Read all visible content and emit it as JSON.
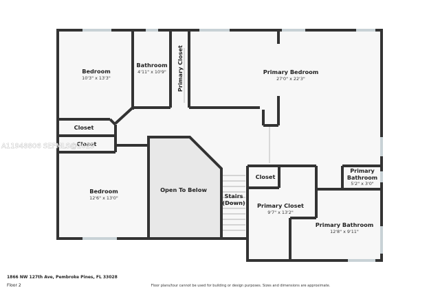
{
  "watermark": "A11948806 SEFMLS@2025",
  "rooms": {
    "bedroom_top": {
      "name": "Bedroom",
      "dims": "10'3\" x 13'3\""
    },
    "bathroom": {
      "name": "Bathroom",
      "dims": "4'11\" x 10'9\""
    },
    "primary_closet_vertical": {
      "name": "Primary Closet"
    },
    "primary_bedroom": {
      "name": "Primary Bedroom",
      "dims": "27'0\" x 22'3\""
    },
    "closet_left_1": {
      "name": "Closet"
    },
    "closet_left_2": {
      "name": "Closet"
    },
    "bedroom_bottom": {
      "name": "Bedroom",
      "dims": "12'6\" x 13'0\""
    },
    "open_to_below": {
      "name": "Open To Below"
    },
    "stairs": {
      "name_line1": "Stairs",
      "name_line2": "(Down)"
    },
    "closet_center": {
      "name": "Closet"
    },
    "primary_closet": {
      "name": "Primary Closet",
      "dims": "9'7\" x 13'2\""
    },
    "primary_bathroom_small": {
      "name_line1": "Primary",
      "name_line2": "Bathroom",
      "dims": "5'2\" x 3'0\""
    },
    "primary_bathroom": {
      "name": "Primary Bathroom",
      "dims": "12'8\" x 9'11\""
    }
  },
  "footer": {
    "address": "1866 NW 127th Ave, Pembroke Pines, FL 33028",
    "floor": "Floor 2",
    "disclaimer": "Floor plans/tour cannot be used for building or design purposes. Sizes and dimensions are approximate."
  },
  "colors": {
    "wall": "#333333",
    "floor_fill": "#f7f7f7",
    "open_to_below_fill": "#e8e8e8",
    "window": "#c8d2d6"
  }
}
